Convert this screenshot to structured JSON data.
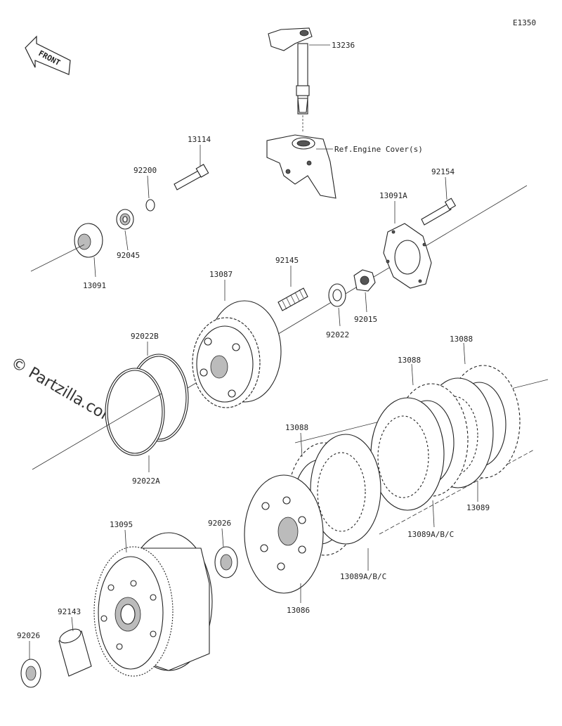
{
  "diagram": {
    "code": "E1350",
    "front_label": "FRONT",
    "watermark": "© Partzilla.com",
    "ref_note": "Ref.Engine Cover(s)",
    "parts": {
      "p13236": "13236",
      "p13114": "13114",
      "p92200": "92200",
      "p92045": "92045",
      "p13091": "13091",
      "p92154": "92154",
      "p13091A": "13091A",
      "p92145": "92145",
      "p13087": "13087",
      "p92022": "92022",
      "p92015": "92015",
      "p92022B": "92022B",
      "p92022A": "92022A",
      "p13088a": "13088",
      "p13088b": "13088",
      "p13088c": "13088",
      "p13089": "13089",
      "p13089ABC_a": "13089A/B/C",
      "p13089ABC_b": "13089A/B/C",
      "p92026a": "92026",
      "p13095": "13095",
      "p13086": "13086",
      "p92143": "92143",
      "p92026b": "92026"
    }
  }
}
